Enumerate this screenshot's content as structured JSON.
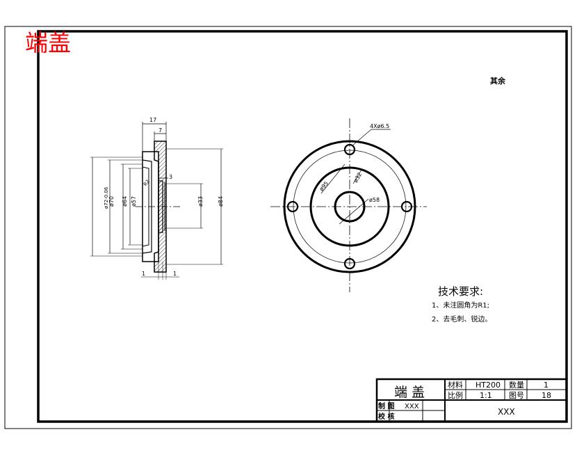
{
  "drawing": {
    "title": "端盖",
    "title_color": "#ff0000",
    "surface_roughness_note": "其余",
    "dimensions": {
      "width_17": "17",
      "width_7": "7",
      "width_1_left": "1",
      "width_1_right": "1",
      "radius_3": "3",
      "radius_r2": "R2",
      "dia_72": "ø72-0.06",
      "dia_70": "ø70",
      "dia_64": "ø64",
      "dia_57": "ø57",
      "dia_33": "ø33",
      "dia_84": "ø84",
      "holes": "4Xø6.5",
      "dia_95": "ø95",
      "dia_32": "ø32",
      "dia_58": "ø58"
    },
    "tech_requirements": {
      "heading": "技术要求:",
      "items": [
        "1、未注圆角为R1;",
        "2、去毛刺、锐边。"
      ]
    },
    "title_block": {
      "part_name": "端 盖",
      "material_label": "材料",
      "material_value": "HT200",
      "quantity_label": "数量",
      "quantity_value": "1",
      "scale_label": "比例",
      "scale_value": "1:1",
      "drawing_no_label": "图号",
      "drawing_no_value": "18",
      "drawn_label": "制 图",
      "drawn_value": "XXX",
      "checked_label": "校 核",
      "org_value": "XXX"
    }
  }
}
